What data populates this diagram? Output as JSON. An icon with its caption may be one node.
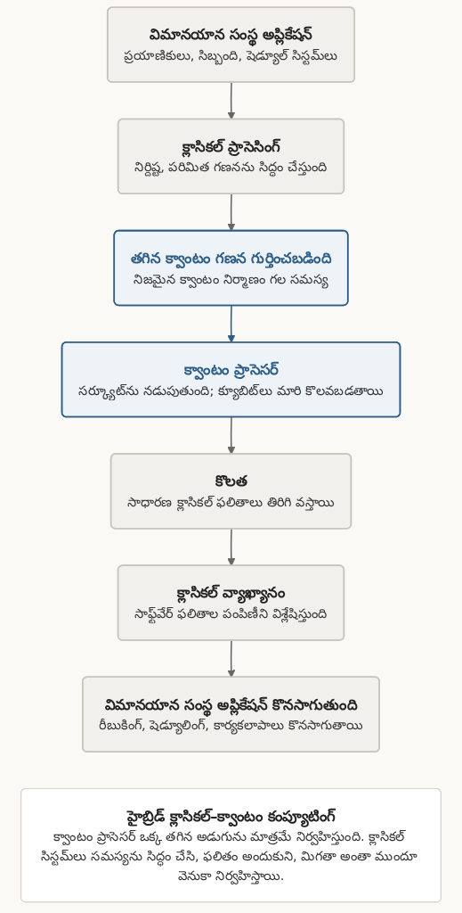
{
  "diagram": {
    "nodes": [
      {
        "text": [
          "విమానయాన సంస్థ అప్లికేషన్",
          "ప్రయాణికులు, సిబ్బంది, షెడ్యూల్ సిస్టమ్‌లు"
        ]
      },
      {
        "text": [
          "క్లాసికల్ ప్రాసెసింగ్",
          "నిర్దిష్ట, పరిమిత గణనను సిద్ధం చేస్తుంది"
        ]
      },
      {
        "text": [
          "తగిన క్వాంటం గణన గుర్తించబడింది",
          "నిజమైన క్వాంటం నిర్మాణం గల సమస్య"
        ]
      },
      {
        "text": [
          "క్వాంటం ప్రాసెసర్",
          "సర్క్యూట్‌ను నడుపుతుంది; క్యూబిట్‌లు మారి కొలవబడతాయి"
        ]
      },
      {
        "text": [
          "కొలత",
          "సాధారణ క్లాసికల్ ఫలితాలు తిరిగి వస్తాయి"
        ]
      },
      {
        "text": [
          "క్లాసికల్ వ్యాఖ్యానం",
          "సాఫ్ట్‌వేర్ ఫలితాల పంపిణీని విశ్లేషిస్తుంది"
        ]
      },
      {
        "text": [
          "విమానయాన సంస్థ అప్లికేషన్ కొనసాగుతుంది",
          "రీబుకింగ్, షెడ్యూలింగ్, కార్యకలాపాలు కొనసాగుతాయి"
        ]
      },
      {
        "text": [
          "హైబ్రిడ్ క్లాసికల్–క్వాంటం కంప్యూటింగ్",
          "క్వాంటం ప్రాసెసర్ ఒక్క తగిన అడుగును మాత్రమే నిర్వహిస్తుంది. క్లాసికల్ సిస్టమ్‌లు సమస్యను సిద్ధం చేసి, ఫలితం అందుకుని, మిగతా అంతా ముందూ వెనుకా నిర్వహిస్తాయి."
        ]
      }
    ],
    "edges": [
      {
        "from": 0,
        "to": 1,
        "arrow": "to"
      },
      {
        "from": 1,
        "to": 2,
        "arrow": "to"
      },
      {
        "from": 2,
        "to": 3,
        "arrow": "to",
        "color": "#2e5e86"
      },
      {
        "from": 3,
        "to": 4,
        "arrow": "to"
      },
      {
        "from": 4,
        "to": 5,
        "arrow": "to"
      },
      {
        "from": 5,
        "to": 6,
        "arrow": "to"
      }
    ]
  }
}
